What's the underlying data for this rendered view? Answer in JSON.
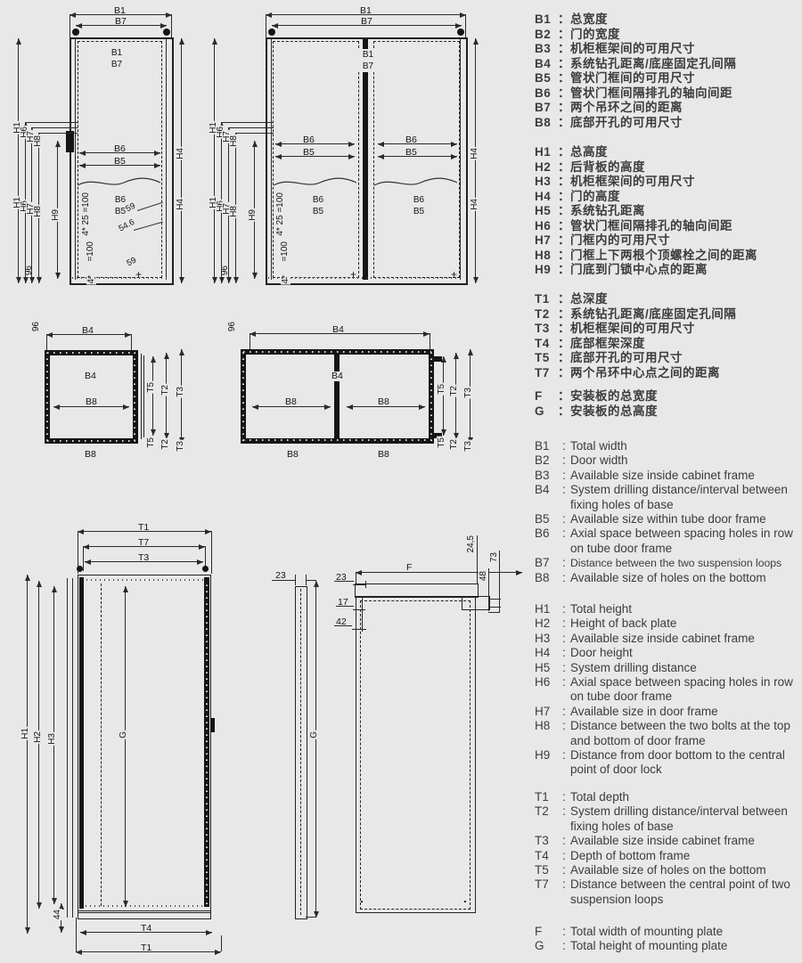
{
  "ui": {
    "colon_cn": "：",
    "colon_en": ":"
  },
  "legend": {
    "b_cn": [
      {
        "k": "B1",
        "t": "总宽度"
      },
      {
        "k": "B2",
        "t": "门的宽度"
      },
      {
        "k": "B3",
        "t": "机柜框架间的可用尺寸"
      },
      {
        "k": "B4",
        "t": "系统钻孔距离/底座固定孔间隔"
      },
      {
        "k": "B5",
        "t": "管状门框间的可用尺寸"
      },
      {
        "k": "B6",
        "t": "管状门框间隔排孔的轴向间距"
      },
      {
        "k": "B7",
        "t": "两个吊环之间的距离"
      },
      {
        "k": "B8",
        "t": "底部开孔的可用尺寸"
      }
    ],
    "h_cn": [
      {
        "k": "H1",
        "t": "总高度"
      },
      {
        "k": "H2",
        "t": "后背板的高度"
      },
      {
        "k": "H3",
        "t": "机柜框架间的可用尺寸"
      },
      {
        "k": "H4",
        "t": "门的高度"
      },
      {
        "k": "H5",
        "t": "系统钻孔距离"
      },
      {
        "k": "H6",
        "t": "管状门框间隔排孔的轴向间距"
      },
      {
        "k": "H7",
        "t": "门框内的可用尺寸"
      },
      {
        "k": "H8",
        "t": "门框上下两根个顶螺栓之间的距离"
      },
      {
        "k": "H9",
        "t": "门底到门锁中心点的距离"
      }
    ],
    "t_cn": [
      {
        "k": "T1",
        "t": "总深度"
      },
      {
        "k": "T2",
        "t": "系统钻孔距离/底座固定孔间隔"
      },
      {
        "k": "T3",
        "t": "机柜框架间的可用尺寸"
      },
      {
        "k": "T4",
        "t": "底部框架深度"
      },
      {
        "k": "T5",
        "t": "底部开孔的可用尺寸"
      },
      {
        "k": "T7",
        "t": "两个吊环中心点之间的距离"
      }
    ],
    "fg_cn": [
      {
        "k": "F",
        "t": "安装板的总宽度"
      },
      {
        "k": "G",
        "t": "安装板的总高度"
      }
    ],
    "b_en": [
      {
        "k": "B1",
        "t": "Total width"
      },
      {
        "k": "B2",
        "t": "Door width"
      },
      {
        "k": "B3",
        "t": "Available size inside cabinet frame"
      },
      {
        "k": "B4",
        "t": "System drilling distance/interval between fixing holes of base"
      },
      {
        "k": "B5",
        "t": "Available size within tube door frame"
      },
      {
        "k": "B6",
        "t": "Axial space between spacing holes in row on tube door frame"
      },
      {
        "k": "B7",
        "t": "Distance between the two suspension loops"
      },
      {
        "k": "B8",
        "t": "Available size of holes on the bottom"
      }
    ],
    "h_en": [
      {
        "k": "H1",
        "t": "Total height"
      },
      {
        "k": "H2",
        "t": "Height of back plate"
      },
      {
        "k": "H3",
        "t": "Available size inside cabinet frame"
      },
      {
        "k": "H4",
        "t": "Door height"
      },
      {
        "k": "H5",
        "t": "System drilling distance"
      },
      {
        "k": "H6",
        "t": "Axial space between spacing holes in row on tube door frame"
      },
      {
        "k": "H7",
        "t": "Available size in door frame"
      },
      {
        "k": "H8",
        "t": "Distance between the two bolts at the top and bottom of door frame"
      },
      {
        "k": "H9",
        "t": "Distance from door bottom to the central point of door lock"
      }
    ],
    "t_en": [
      {
        "k": "T1",
        "t": "Total depth"
      },
      {
        "k": "T2",
        "t": "System drilling distance/interval between fixing holes of base"
      },
      {
        "k": "T3",
        "t": "Available size inside cabinet frame"
      },
      {
        "k": "T4",
        "t": "Depth of bottom frame"
      },
      {
        "k": "T5",
        "t": "Available size of holes on the bottom"
      },
      {
        "k": "T7",
        "t": "Distance between the central point of two suspension loops"
      }
    ],
    "fg_en": [
      {
        "k": "F",
        "t": "Total width of mounting plate"
      },
      {
        "k": "G",
        "t": "Total height of mounting plate"
      }
    ]
  },
  "drawings": {
    "front_single": {
      "b1": "B1",
      "b7": "B7",
      "b6": "B6",
      "b5": "B5",
      "h1": "H1",
      "h4": "H4",
      "h6": "H6",
      "h7": "H7",
      "h8": "H8",
      "h9": "H9",
      "n59": "59",
      "n546": "54.6",
      "plus": "+",
      "a425": "4* 25 =100",
      "a100": "=100",
      "a4": "4*",
      "n96": "96"
    },
    "front_double": {
      "b1": "B1",
      "b7": "B7",
      "b6": "B6",
      "b5": "B5",
      "h1": "H1",
      "h4": "H4",
      "h6": "H6",
      "h7": "H7",
      "h8": "H8",
      "h9": "H9",
      "plus": "+",
      "a425": "4* 25 =100",
      "a100": "=100",
      "a4": "4*",
      "n96": "96"
    },
    "top_single": {
      "n96": "96",
      "b4": "B4",
      "b8": "B8",
      "t2": "T2",
      "t3": "T3",
      "t5": "T5"
    },
    "top_double": {
      "n96": "96",
      "b4": "B4",
      "b8": "B8",
      "t2": "T2",
      "t3": "T3",
      "t5": "T5"
    },
    "side_view": {
      "t1": "T1",
      "t3": "T3",
      "t4": "T4",
      "t7": "T7",
      "h1": "H1",
      "h2": "H2",
      "h3": "H3",
      "g": "G",
      "n44": "44"
    },
    "plate_side": {
      "n23": "23",
      "g": "G"
    },
    "plate_front": {
      "f": "F",
      "n23": "23",
      "n17": "17",
      "n42": "42",
      "n245": "24,5",
      "n48": "48",
      "n73": "73"
    }
  }
}
